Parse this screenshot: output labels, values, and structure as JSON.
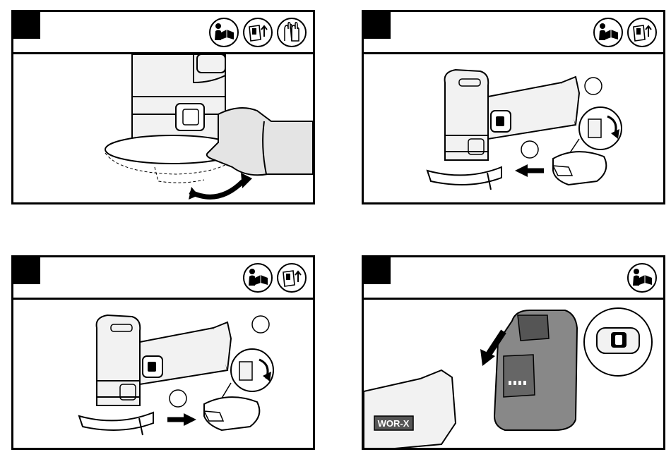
{
  "panels": [
    {
      "icons": [
        "read-manual-icon",
        "remove-battery-icon",
        "wear-gloves-icon"
      ],
      "art": "guard-rotate"
    },
    {
      "icons": [
        "read-manual-icon",
        "remove-battery-icon"
      ],
      "art": "guard-remove"
    },
    {
      "icons": [
        "read-manual-icon",
        "remove-battery-icon"
      ],
      "art": "guard-attach"
    },
    {
      "icons": [
        "read-manual-icon"
      ],
      "art": "battery-insert"
    }
  ],
  "battery_brand": "WOR-X",
  "colors": {
    "ink": "#000000",
    "panel_border": "#000000",
    "glove_fill": "#e4e4e4",
    "tool_fill": "#f2f2f2",
    "battery_fill": "#888888"
  }
}
